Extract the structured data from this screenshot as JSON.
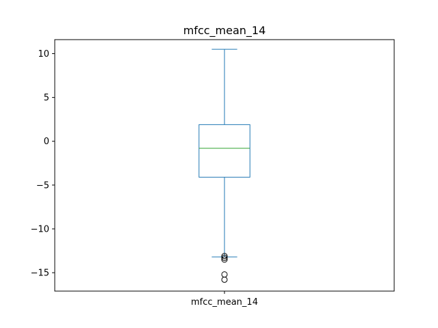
{
  "chart_data": {
    "type": "box",
    "title": "mfcc_mean_14",
    "categories": [
      "mfcc_mean_14"
    ],
    "series": [
      {
        "name": "mfcc_mean_14",
        "whisker_low": -13.2,
        "q1": -4.1,
        "median": -0.8,
        "q3": 1.9,
        "whisker_high": 10.5,
        "outliers": [
          -13.1,
          -13.3,
          -13.5,
          -15.2,
          -15.8
        ]
      }
    ],
    "ylim": [
      -17.1,
      11.6
    ],
    "yticks": [
      10,
      5,
      0,
      -5,
      -10,
      -15
    ],
    "ytick_labels": [
      "10",
      "5",
      "0",
      "−5",
      "−10",
      "−15"
    ],
    "xlabel": "",
    "ylabel": "",
    "grid": false,
    "colors": {
      "box": "#1f77b4",
      "median": "#2ca02c",
      "outlier": "#000000",
      "axes": "#000000"
    }
  }
}
